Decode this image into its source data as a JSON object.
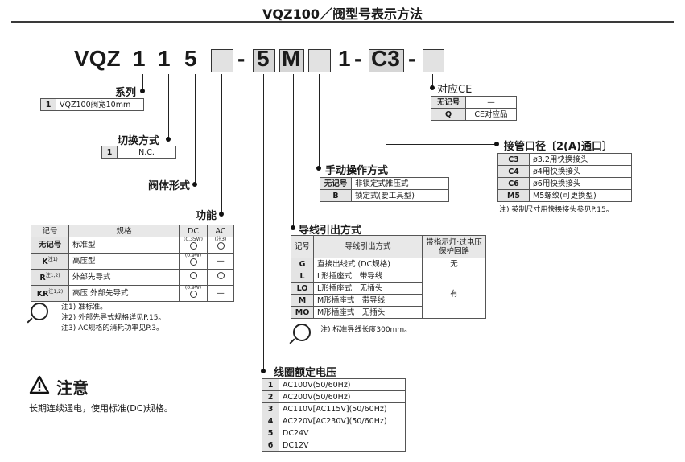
{
  "title": "VQZ100／阀型号表示方法",
  "code": {
    "prefix": "VQZ",
    "d1": "1",
    "d2": "1",
    "d3": "5",
    "dash1": "-",
    "d5": "5",
    "d6": "M",
    "d8": "1",
    "dash2": "-",
    "d9": "C3",
    "dash3": "-"
  },
  "series": {
    "label": "系列",
    "rows": [
      {
        "k": "1",
        "v": "VQZ100阀宽10mm"
      }
    ]
  },
  "switch": {
    "label": "切换方式",
    "rows": [
      {
        "k": "1",
        "v": "N.C."
      }
    ]
  },
  "body_type": {
    "label": "阀体形式"
  },
  "function": {
    "label": "功能",
    "headers": [
      "记号",
      "规格",
      "DC",
      "AC"
    ],
    "rows": [
      {
        "k": "无记号",
        "sup": "",
        "spec": "标准型",
        "dc_note": "(0.35W)",
        "ac_note": "(注3)",
        "dc": "o",
        "ac": "o"
      },
      {
        "k": "K",
        "sup": "注1)",
        "spec": "高压型",
        "dc_note": "(0.9W)",
        "ac_note": "",
        "dc": "o",
        "ac": "—"
      },
      {
        "k": "R",
        "sup": "注1,2)",
        "spec": "外部先导式",
        "dc_note": "",
        "ac_note": "",
        "dc": "o",
        "ac": "o"
      },
      {
        "k": "KR",
        "sup": "注1,2)",
        "spec": "高压·外部先导式",
        "dc_note": "(0.9W)",
        "ac_note": "",
        "dc": "o",
        "ac": "—"
      }
    ],
    "notes": [
      "注1) 准标准。",
      "注2) 外部先导式规格详见P.15。",
      "注3) AC规格的消耗功率见P.3。"
    ]
  },
  "ce": {
    "label": "对应CE",
    "rows": [
      {
        "k": "无记号",
        "v": "—"
      },
      {
        "k": "Q",
        "v": "CE对应品"
      }
    ]
  },
  "port": {
    "label": "接管口径〔2(A)通口〕",
    "rows": [
      {
        "k": "C3",
        "v": "ø3.2用快换接头"
      },
      {
        "k": "C4",
        "v": "ø4用快换接头"
      },
      {
        "k": "C6",
        "v": "ø6用快换接头"
      },
      {
        "k": "M5",
        "v": "M5螺纹(可更换型)"
      }
    ],
    "note": "注) 英制尺寸用快换接头参见P.15。"
  },
  "manual": {
    "label": "手动操作方式",
    "rows": [
      {
        "k": "无记号",
        "v": "非锁定式推压式"
      },
      {
        "k": "B",
        "v": "锁定式(要工具型)"
      }
    ]
  },
  "wiring": {
    "label": "导线引出方式",
    "headers": [
      "记号",
      "导线引出方式",
      "带指示灯·过电压保护回路"
    ],
    "rows": [
      {
        "k": "G",
        "v": "直接出线式 (DC规格)"
      },
      {
        "k": "L",
        "v": "L形插座式　带导线"
      },
      {
        "k": "LO",
        "v": "L形插座式　无插头"
      },
      {
        "k": "M",
        "v": "M形插座式　带导线"
      },
      {
        "k": "MO",
        "v": "M形插座式　无插头"
      }
    ],
    "indicator": [
      "无",
      "有"
    ],
    "note": "注) 标准导线长度300mm。"
  },
  "voltage": {
    "label": "线圈额定电压",
    "rows": [
      {
        "k": "1",
        "v": "AC100V(50/60Hz)"
      },
      {
        "k": "2",
        "v": "AC200V(50/60Hz)"
      },
      {
        "k": "3",
        "v": "AC110V[AC115V](50/60Hz)"
      },
      {
        "k": "4",
        "v": "AC220V[AC230V](50/60Hz)"
      },
      {
        "k": "5",
        "v": "DC24V"
      },
      {
        "k": "6",
        "v": "DC12V"
      }
    ]
  },
  "caution": {
    "icon": "warning-icon",
    "title": "注意",
    "text": "长期连续通电，使用标准(DC)规格。"
  }
}
